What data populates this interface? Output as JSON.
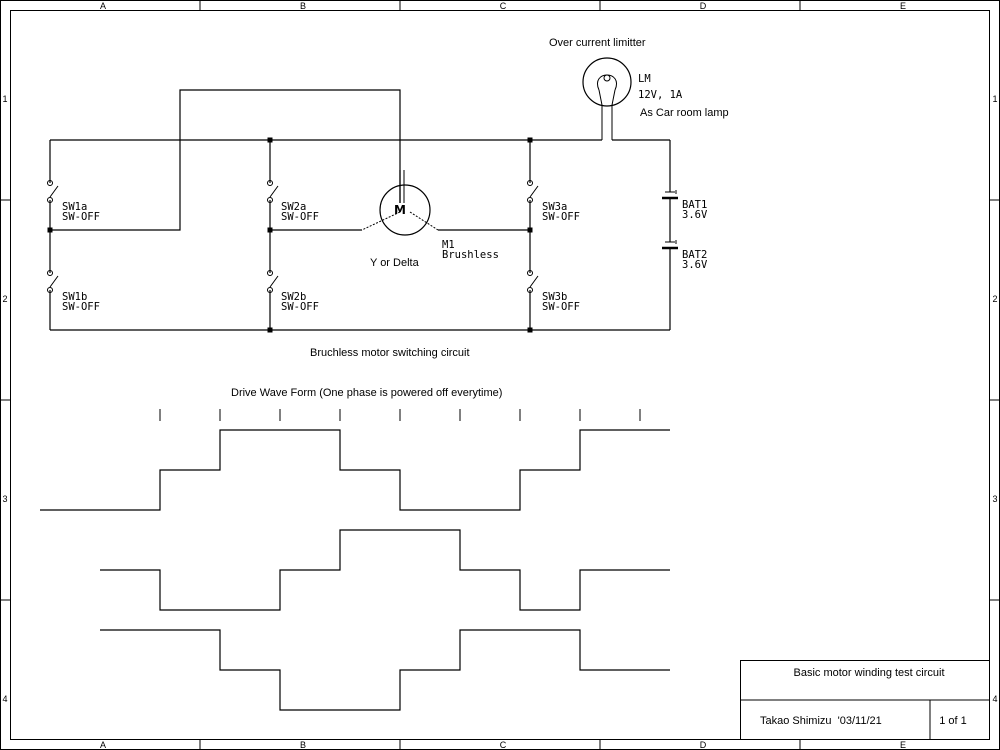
{
  "border": {
    "cols": [
      "A",
      "B",
      "C",
      "D",
      "E"
    ],
    "rows": [
      "1",
      "2",
      "3",
      "4"
    ]
  },
  "circuit": {
    "limiter_title": "Over current limitter",
    "lamp": {
      "ref": "LM",
      "rating": "12V, 1A",
      "note": "As Car room lamp"
    },
    "switches": [
      {
        "ref": "SW1a",
        "state": "SW-OFF"
      },
      {
        "ref": "SW1b",
        "state": "SW-OFF"
      },
      {
        "ref": "SW2a",
        "state": "SW-OFF"
      },
      {
        "ref": "SW2b",
        "state": "SW-OFF"
      },
      {
        "ref": "SW3a",
        "state": "SW-OFF"
      },
      {
        "ref": "SW3b",
        "state": "SW-OFF"
      }
    ],
    "motor": {
      "symbol": "M",
      "ref": "M1",
      "type": "Brushless",
      "wiring": "Y or Delta"
    },
    "batteries": [
      {
        "ref": "BAT1",
        "voltage": "3.6V"
      },
      {
        "ref": "BAT2",
        "voltage": "3.6V"
      }
    ],
    "caption": "Bruchless motor switching circuit"
  },
  "waveform": {
    "title": "Drive Wave Form (One phase is powered off everytime)",
    "levels": [
      "low",
      "mid",
      "high"
    ],
    "phases": [
      {
        "initial": "low",
        "steps": [
          "mid",
          "high",
          "high",
          "mid",
          "low",
          "low",
          "mid",
          "high"
        ]
      },
      {
        "initial": "mid",
        "steps": [
          "low",
          "low",
          "mid",
          "high",
          "high",
          "mid",
          "low",
          "mid"
        ]
      },
      {
        "initial": "high",
        "steps": [
          "high",
          "mid",
          "low",
          "low",
          "mid",
          "high",
          "high",
          "mid"
        ]
      }
    ]
  },
  "title_block": {
    "title": "Basic motor winding test circuit",
    "author_date": "Takao Shimizu  '03/11/21",
    "sheet": "1 of 1"
  }
}
